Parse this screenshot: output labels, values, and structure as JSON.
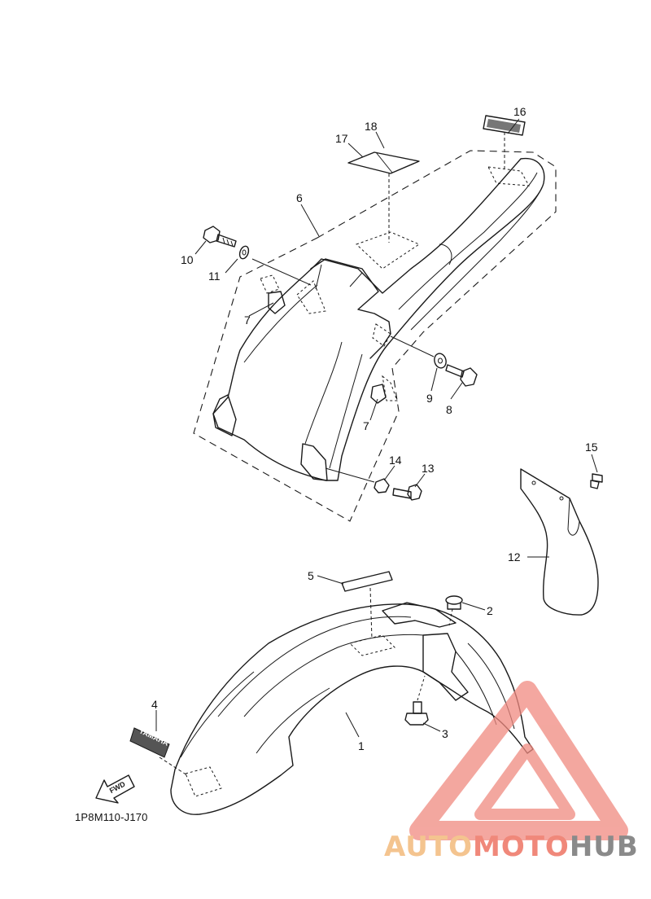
{
  "diagram": {
    "code": "1P8M110-J170",
    "callouts": {
      "c1": "1",
      "c2": "2",
      "c3": "3",
      "c4": "4",
      "c5": "5",
      "c6": "6",
      "c7a": "7",
      "c7b": "7",
      "c8": "8",
      "c9": "9",
      "c10": "10",
      "c11": "11",
      "c12": "12",
      "c13": "13",
      "c14": "14",
      "c15": "15",
      "c16": "16",
      "c17": "17",
      "c18": "18"
    },
    "decals": {
      "yamaha": "YAMAHA",
      "fwd": "FWD"
    }
  },
  "watermark": {
    "part1": "AUTO",
    "part2": "MOTO",
    "part3": "HUB",
    "colors": {
      "auto": "#f4c48f",
      "moto": "#f0887a",
      "hub": "#8a8a8a",
      "triangle": "#f08a80"
    }
  }
}
